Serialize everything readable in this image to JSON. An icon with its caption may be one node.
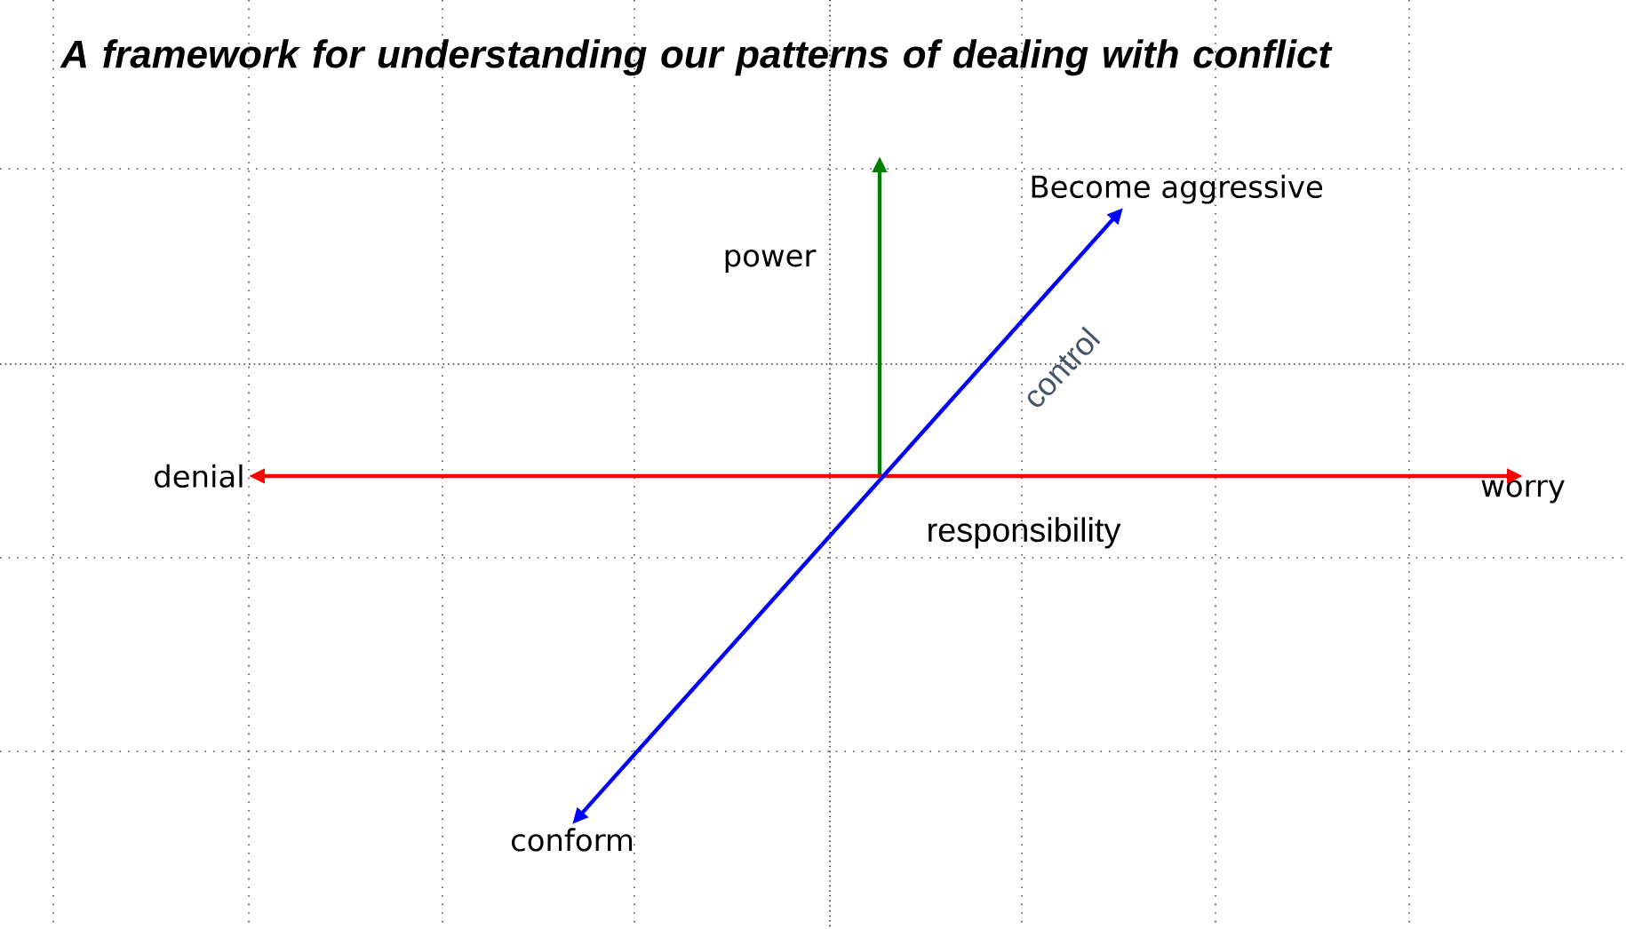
{
  "diagram": {
    "title": "A framework for understanding our patterns of  dealing with conflict",
    "nodes": [
      {
        "text": [
          "denial"
        ]
      },
      {
        "text": [
          "worry"
        ]
      },
      {
        "text": [
          "Become aggressive"
        ]
      },
      {
        "text": [
          "conform"
        ]
      }
    ],
    "edges": [
      {
        "from": 0,
        "to": 1,
        "arrow": "both",
        "color": "#ff0000"
      },
      {
        "from": 3,
        "to": 2,
        "arrow": "both",
        "label": "control",
        "color": "#0000ff"
      }
    ],
    "labels": [
      "power",
      "responsibility"
    ]
  }
}
